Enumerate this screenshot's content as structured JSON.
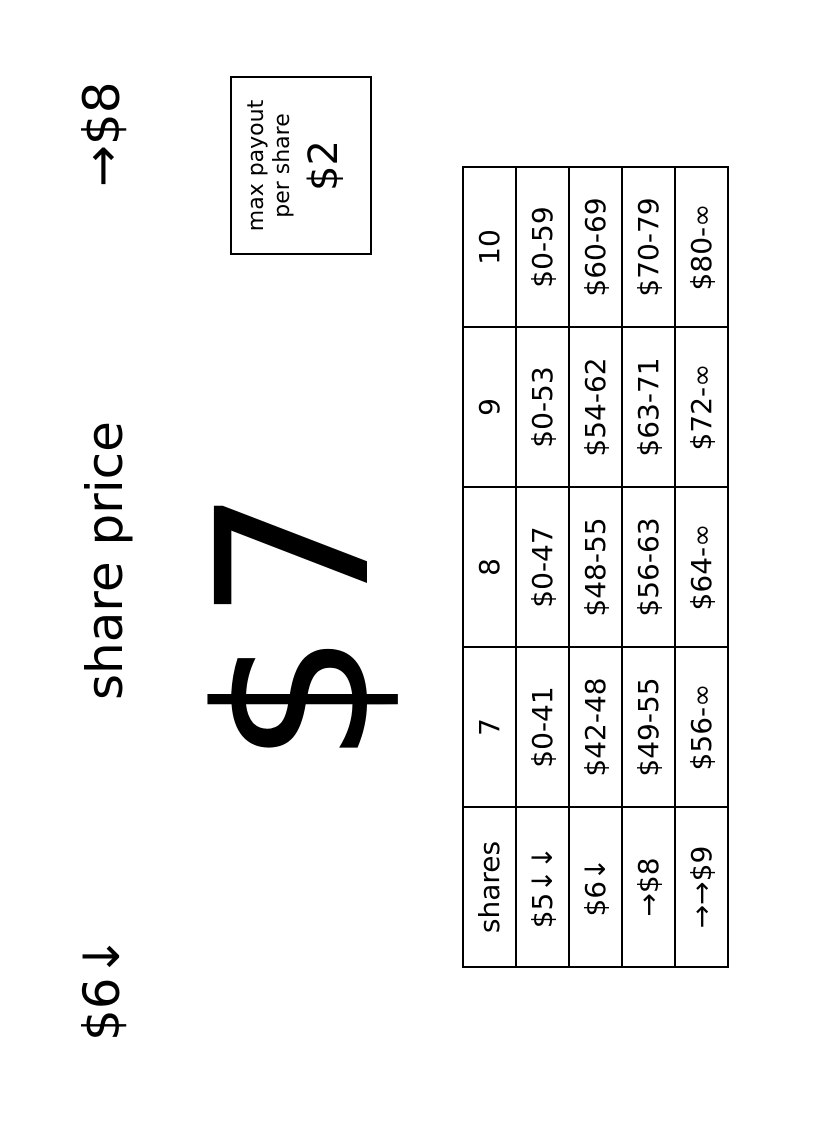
{
  "nav": {
    "down_label": "$6↓",
    "up_label": "→$8"
  },
  "title": "share price",
  "price": "$7",
  "payout": {
    "label_line1": "max payout",
    "label_line2": "per share",
    "value": "$2"
  },
  "table": {
    "header": [
      "shares",
      "7",
      "8",
      "9",
      "10"
    ],
    "rows": [
      [
        "$5↓↓",
        "$0-41",
        "$0-47",
        "$0-53",
        "$0-59"
      ],
      [
        "$6↓",
        "$42-48",
        "$48-55",
        "$54-62",
        "$60-69"
      ],
      [
        "→$8",
        "$49-55",
        "$56-63",
        "$63-71",
        "$70-79"
      ],
      [
        "→→$9",
        "$56-∞",
        "$64-∞",
        "$72-∞",
        "$80-∞"
      ]
    ]
  }
}
